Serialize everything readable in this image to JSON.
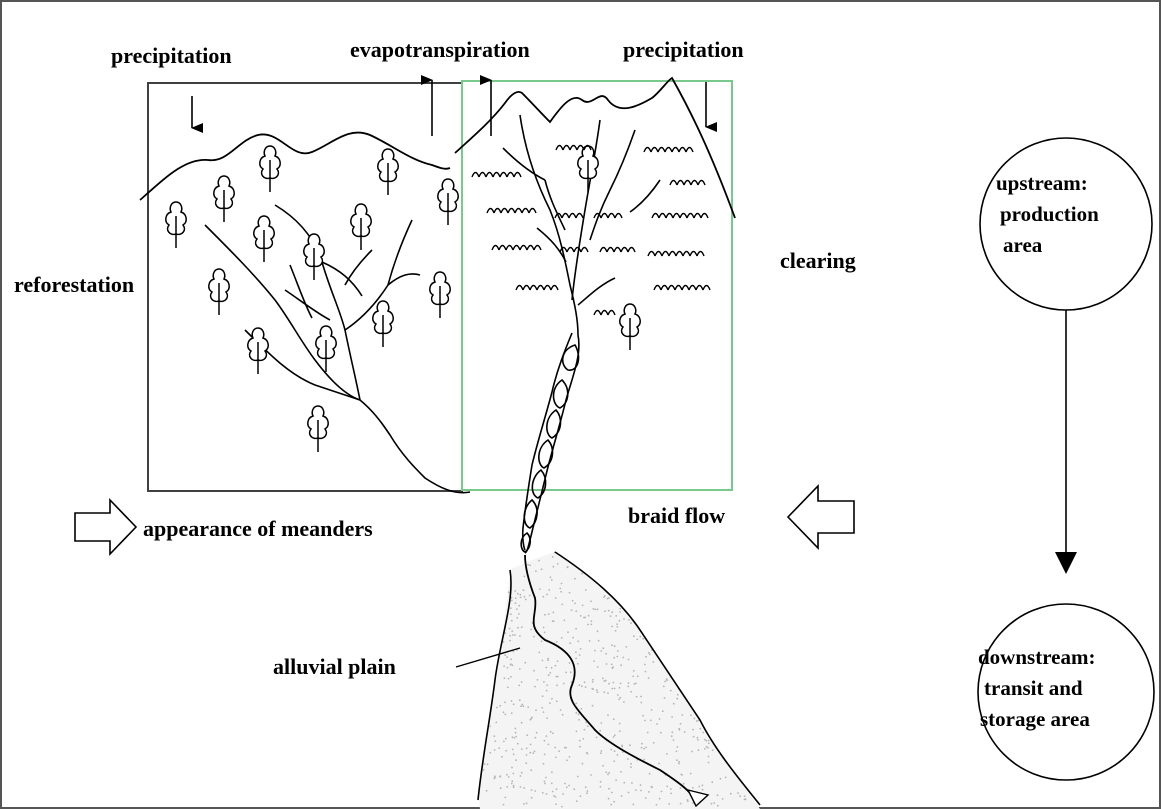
{
  "labels": {
    "precipitation_left": "precipitation",
    "evapotranspiration": "evapotranspiration",
    "precipitation_right": "precipitation",
    "reforestation": "reforestation",
    "clearing": "clearing",
    "appearance_of_meanders": "appearance of meanders",
    "braid_flow": "braid flow",
    "alluvial_plain": "alluvial plain"
  },
  "upstream_circle": {
    "line1": "upstream:",
    "line2": "production",
    "line3": "area"
  },
  "downstream_circle": {
    "line1": "downstream:",
    "line2": "transit and",
    "line3": "storage area"
  },
  "colors": {
    "left_box": "#404040",
    "right_box": "#77c98c",
    "plain_dots": "#b5b5b5",
    "line": "#000000"
  }
}
